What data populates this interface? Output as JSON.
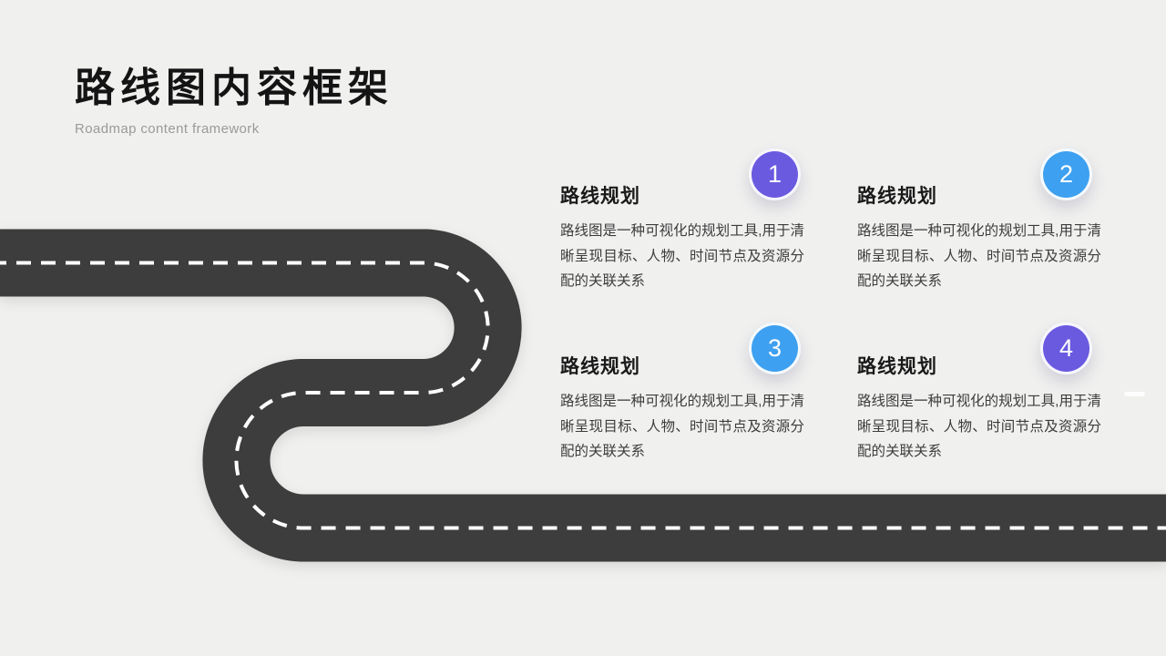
{
  "slide": {
    "title": "路线图内容框架",
    "subtitle": "Roadmap content framework",
    "background_color": "#f0f0ef"
  },
  "road": {
    "asphalt_color": "#3d3d3d",
    "centerline_color": "#ffffff"
  },
  "items": [
    {
      "number": "1",
      "title": "路线规划",
      "body": "路线图是一种可视化的规划工具,用于清晰呈现目标、人物、时间节点及资源分配的关联关系",
      "badge_color": "#6a5ae0"
    },
    {
      "number": "2",
      "title": "路线规划",
      "body": "路线图是一种可视化的规划工具,用于清晰呈现目标、人物、时间节点及资源分配的关联关系",
      "badge_color": "#3ea0f0"
    },
    {
      "number": "3",
      "title": "路线规划",
      "body": "路线图是一种可视化的规划工具,用于清晰呈现目标、人物、时间节点及资源分配的关联关系",
      "badge_color": "#3ea0f0"
    },
    {
      "number": "4",
      "title": "路线规划",
      "body": "路线图是一种可视化的规划工具,用于清晰呈现目标、人物、时间节点及资源分配的关联关系",
      "badge_color": "#6a5ae0"
    }
  ]
}
